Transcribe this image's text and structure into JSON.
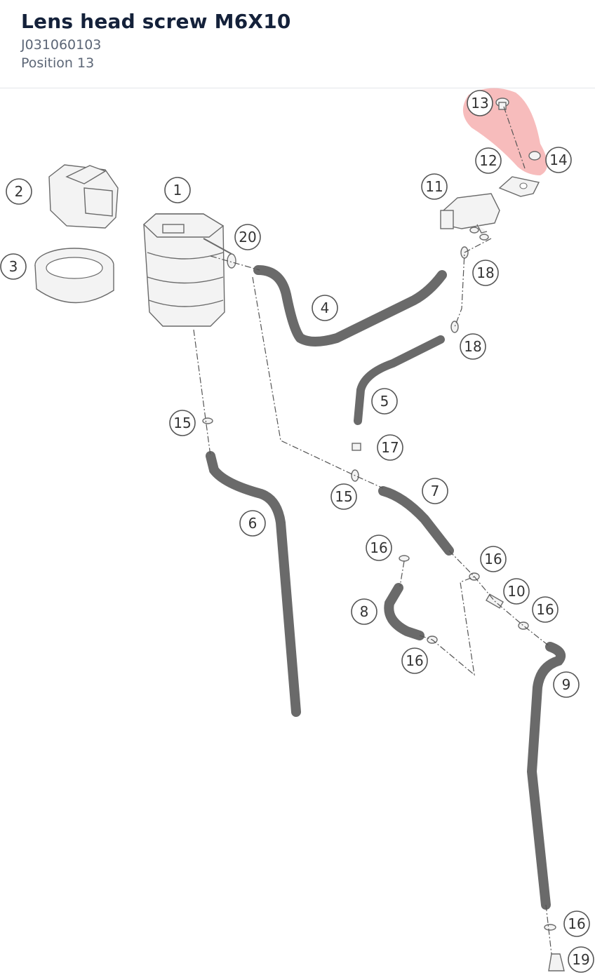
{
  "part": {
    "name": "Lens head screw M6X10",
    "number": "J031060103",
    "position_label": "Position 13"
  },
  "colors": {
    "highlight": "#f4a6a6",
    "title": "#14213a",
    "meta": "#5c6676",
    "line": "#555555"
  },
  "callouts": [
    "1",
    "2",
    "3",
    "4",
    "5",
    "6",
    "7",
    "8",
    "9",
    "10",
    "11",
    "12",
    "13",
    "14",
    "15",
    "15",
    "16",
    "16",
    "16",
    "16",
    "16",
    "17",
    "18",
    "18",
    "19",
    "20"
  ],
  "highlighted_position": "13"
}
